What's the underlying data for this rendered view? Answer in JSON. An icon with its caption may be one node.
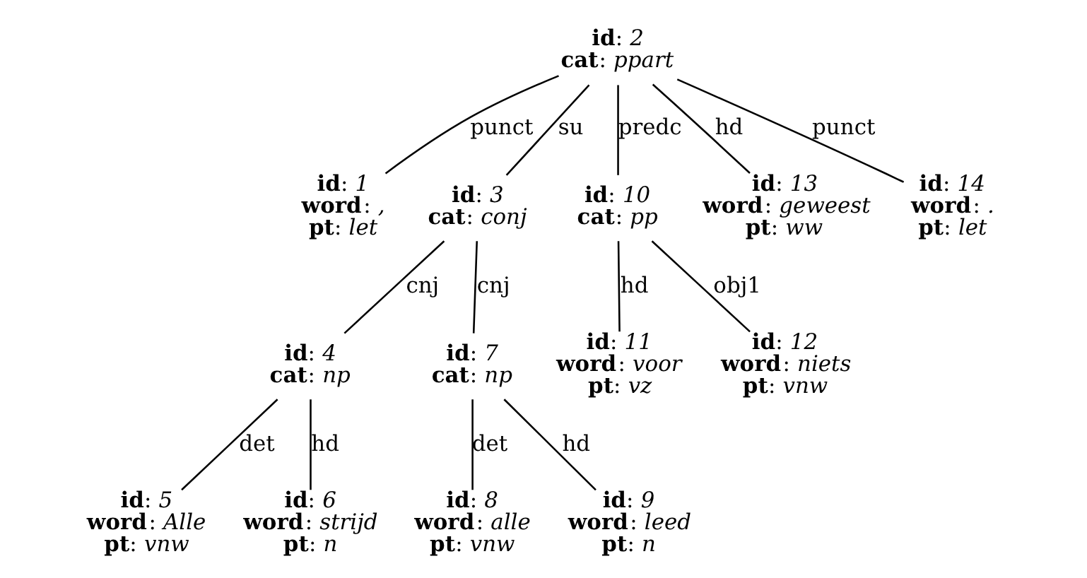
{
  "diagram": {
    "nodes": [
      {
        "text": [
          "**id**: *2*",
          "**cat**: *ppart*"
        ]
      },
      {
        "text": [
          "**id**: *1*",
          "**word**: *,*",
          "**pt**: *let*"
        ]
      },
      {
        "text": [
          "**id**: *3*",
          "**cat**: *conj*"
        ]
      },
      {
        "text": [
          "**id**: *10*",
          "**cat**: *pp*"
        ]
      },
      {
        "text": [
          "**id**: *13*",
          "**word**: *geweest*",
          "**pt**: *ww*"
        ]
      },
      {
        "text": [
          "**id**: *14*",
          "**word**: *.*",
          "**pt**: *let*"
        ]
      },
      {
        "text": [
          "**id**: *4*",
          "**cat**: *np*"
        ]
      },
      {
        "text": [
          "**id**: *7*",
          "**cat**: *np*"
        ]
      },
      {
        "text": [
          "**id**: *11*",
          "**word**: *voor*",
          "**pt**: *vz*"
        ]
      },
      {
        "text": [
          "**id**: *12*",
          "**word**: *niets*",
          "**pt**: *vnw*"
        ]
      },
      {
        "text": [
          "**id**: *5*",
          "**word**: *Alle*",
          "**pt**: *vnw*"
        ]
      },
      {
        "text": [
          "**id**: *6*",
          "**word**: *strijd*",
          "**pt**: *n*"
        ]
      },
      {
        "text": [
          "**id**: *8*",
          "**word**: *alle*",
          "**pt**: *vnw*"
        ]
      },
      {
        "text": [
          "**id**: *9*",
          "**word**: *leed*",
          "**pt**: *n*"
        ]
      }
    ],
    "edges": [
      {
        "from": 0,
        "to": 1,
        "arrow": "none",
        "label": "punct"
      },
      {
        "from": 0,
        "to": 2,
        "arrow": "none",
        "label": "su"
      },
      {
        "from": 0,
        "to": 3,
        "arrow": "none",
        "label": "predc"
      },
      {
        "from": 0,
        "to": 4,
        "arrow": "none",
        "label": "hd"
      },
      {
        "from": 0,
        "to": 5,
        "arrow": "none",
        "label": "punct"
      },
      {
        "from": 2,
        "to": 6,
        "arrow": "none",
        "label": "cnj"
      },
      {
        "from": 2,
        "to": 7,
        "arrow": "none",
        "label": "cnj"
      },
      {
        "from": 3,
        "to": 8,
        "arrow": "none",
        "label": "hd"
      },
      {
        "from": 3,
        "to": 9,
        "arrow": "none",
        "label": "obj1"
      },
      {
        "from": 6,
        "to": 10,
        "arrow": "none",
        "label": "det"
      },
      {
        "from": 6,
        "to": 11,
        "arrow": "none",
        "label": "hd"
      },
      {
        "from": 7,
        "to": 12,
        "arrow": "none",
        "label": "det"
      },
      {
        "from": 7,
        "to": 13,
        "arrow": "none",
        "label": "hd"
      }
    ]
  }
}
